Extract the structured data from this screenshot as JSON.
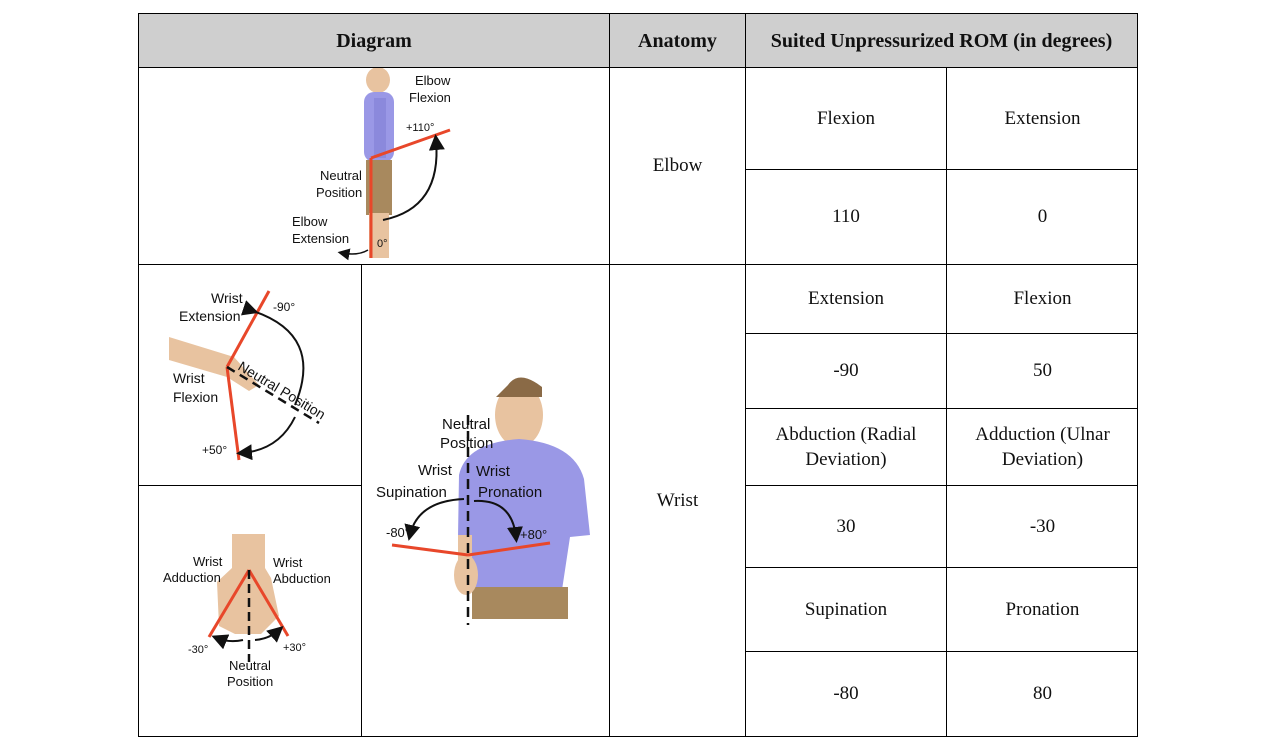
{
  "header": {
    "diagram": "Diagram",
    "anatomy": "Anatomy",
    "rom": "Suited Unpressurized ROM (in degrees)"
  },
  "elbow": {
    "anatomy": "Elbow",
    "col1_label": "Flexion",
    "col2_label": "Extension",
    "col1_value": "110",
    "col2_value": "0",
    "diagram": {
      "flexion_label_1": "Elbow",
      "flexion_label_2": "Flexion",
      "flexion_angle": "+110°",
      "neutral_label_1": "Neutral",
      "neutral_label_2": "Position",
      "extension_label_1": "Elbow",
      "extension_label_2": "Extension",
      "extension_angle": "0°"
    }
  },
  "wrist": {
    "anatomy": "Wrist",
    "rows": [
      {
        "label1": "Extension",
        "label2": "Flexion",
        "value1": "-90",
        "value2": "50"
      },
      {
        "label1": "Abduction (Radial Deviation)",
        "label2": "Adduction (Ulnar Deviation)",
        "value1": "30",
        "value2": "-30"
      },
      {
        "label1": "Supination",
        "label2": "Pronation",
        "value1": "-80",
        "value2": "80"
      }
    ],
    "diagram_flex": {
      "extension_1": "Wrist",
      "extension_2": "Extension",
      "ext_angle": "-90°",
      "flexion_1": "Wrist",
      "flexion_2": "Flexion",
      "neutral": "Neutral Position",
      "flex_angle": "+50°"
    },
    "diagram_dev": {
      "adduction_1": "Wrist",
      "adduction_2": "Adduction",
      "abduction_1": "Wrist",
      "abduction_2": "Abduction",
      "neg_angle": "-30°",
      "pos_angle": "+30°",
      "neutral_1": "Neutral",
      "neutral_2": "Position"
    },
    "diagram_rot": {
      "neutral_1": "Neutral",
      "neutral_2": "Position",
      "supination_1": "Wrist",
      "supination_2": "Supination",
      "pronation_1": "Wrist",
      "pronation_2": "Pronation",
      "neg_angle": "-80°",
      "pos_angle": "+80°"
    }
  },
  "colors": {
    "header_bg": "#cfcfcf",
    "shirt": "#9a98e6",
    "pants": "#a8895e",
    "skin": "#e8c3a0",
    "angle_line": "#e8472a"
  }
}
